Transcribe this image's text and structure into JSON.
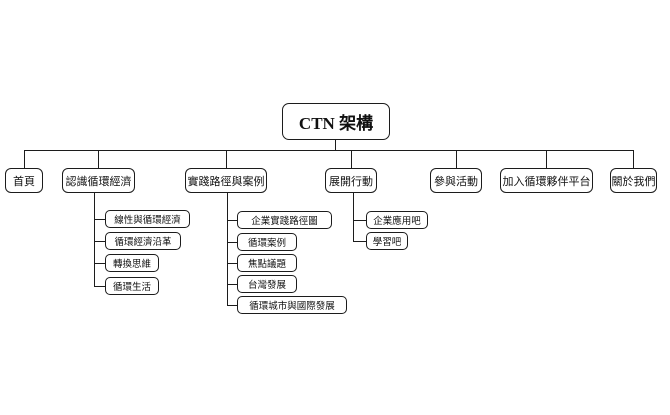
{
  "diagram": {
    "title": "CTN sitemap tree",
    "root": {
      "label": "CTN 架構"
    },
    "level1": [
      {
        "label": "首頁",
        "children": []
      },
      {
        "label": "認識循環經濟",
        "children": [
          "線性與循環經濟",
          "循環經濟沿革",
          "轉換思維",
          "循環生活"
        ]
      },
      {
        "label": "實踐路徑與案例",
        "children": [
          "企業實踐路徑圖",
          "循環案例",
          "焦點議題",
          "台灣發展",
          "循環城市與國際發展"
        ]
      },
      {
        "label": "展開行動",
        "children": [
          "企業應用吧",
          "學習吧"
        ]
      },
      {
        "label": "參與活動",
        "children": []
      },
      {
        "label": "加入循環夥伴平台",
        "children": []
      },
      {
        "label": "關於我們",
        "children": []
      }
    ],
    "colors": {
      "background": "#ffffff",
      "node_fill": "#ffffff",
      "node_border": "#1c1c1c",
      "connector": "#1c1c1c",
      "text": "#111111"
    }
  }
}
